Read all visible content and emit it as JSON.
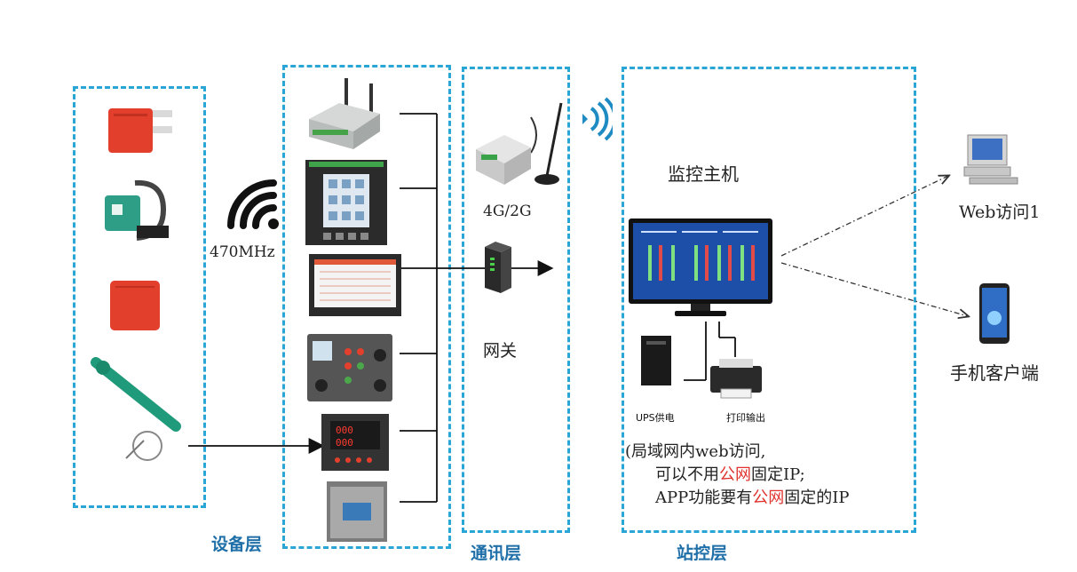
{
  "layers": {
    "device": "设备层",
    "comm": "通讯层",
    "station": "站控层"
  },
  "labels": {
    "freq": "470MHz",
    "net4g": "4G/2G",
    "gateway": "网关",
    "host": "监控主机",
    "ups": "UPS供电",
    "printer": "打印输出",
    "web": "Web访问1",
    "mobile": "手机客户端"
  },
  "note": {
    "line1": "(局域网内web访问,",
    "line2_a": "可以不用",
    "line2_red": "公网",
    "line2_b": "固定IP;",
    "line3_a": "APP功能要有",
    "line3_red": "公网",
    "line3_b": "固定的IP"
  },
  "colors": {
    "dashed_border": "#2aa6d6",
    "layer_label": "#1f6fa8",
    "highlight": "#e0332e"
  }
}
